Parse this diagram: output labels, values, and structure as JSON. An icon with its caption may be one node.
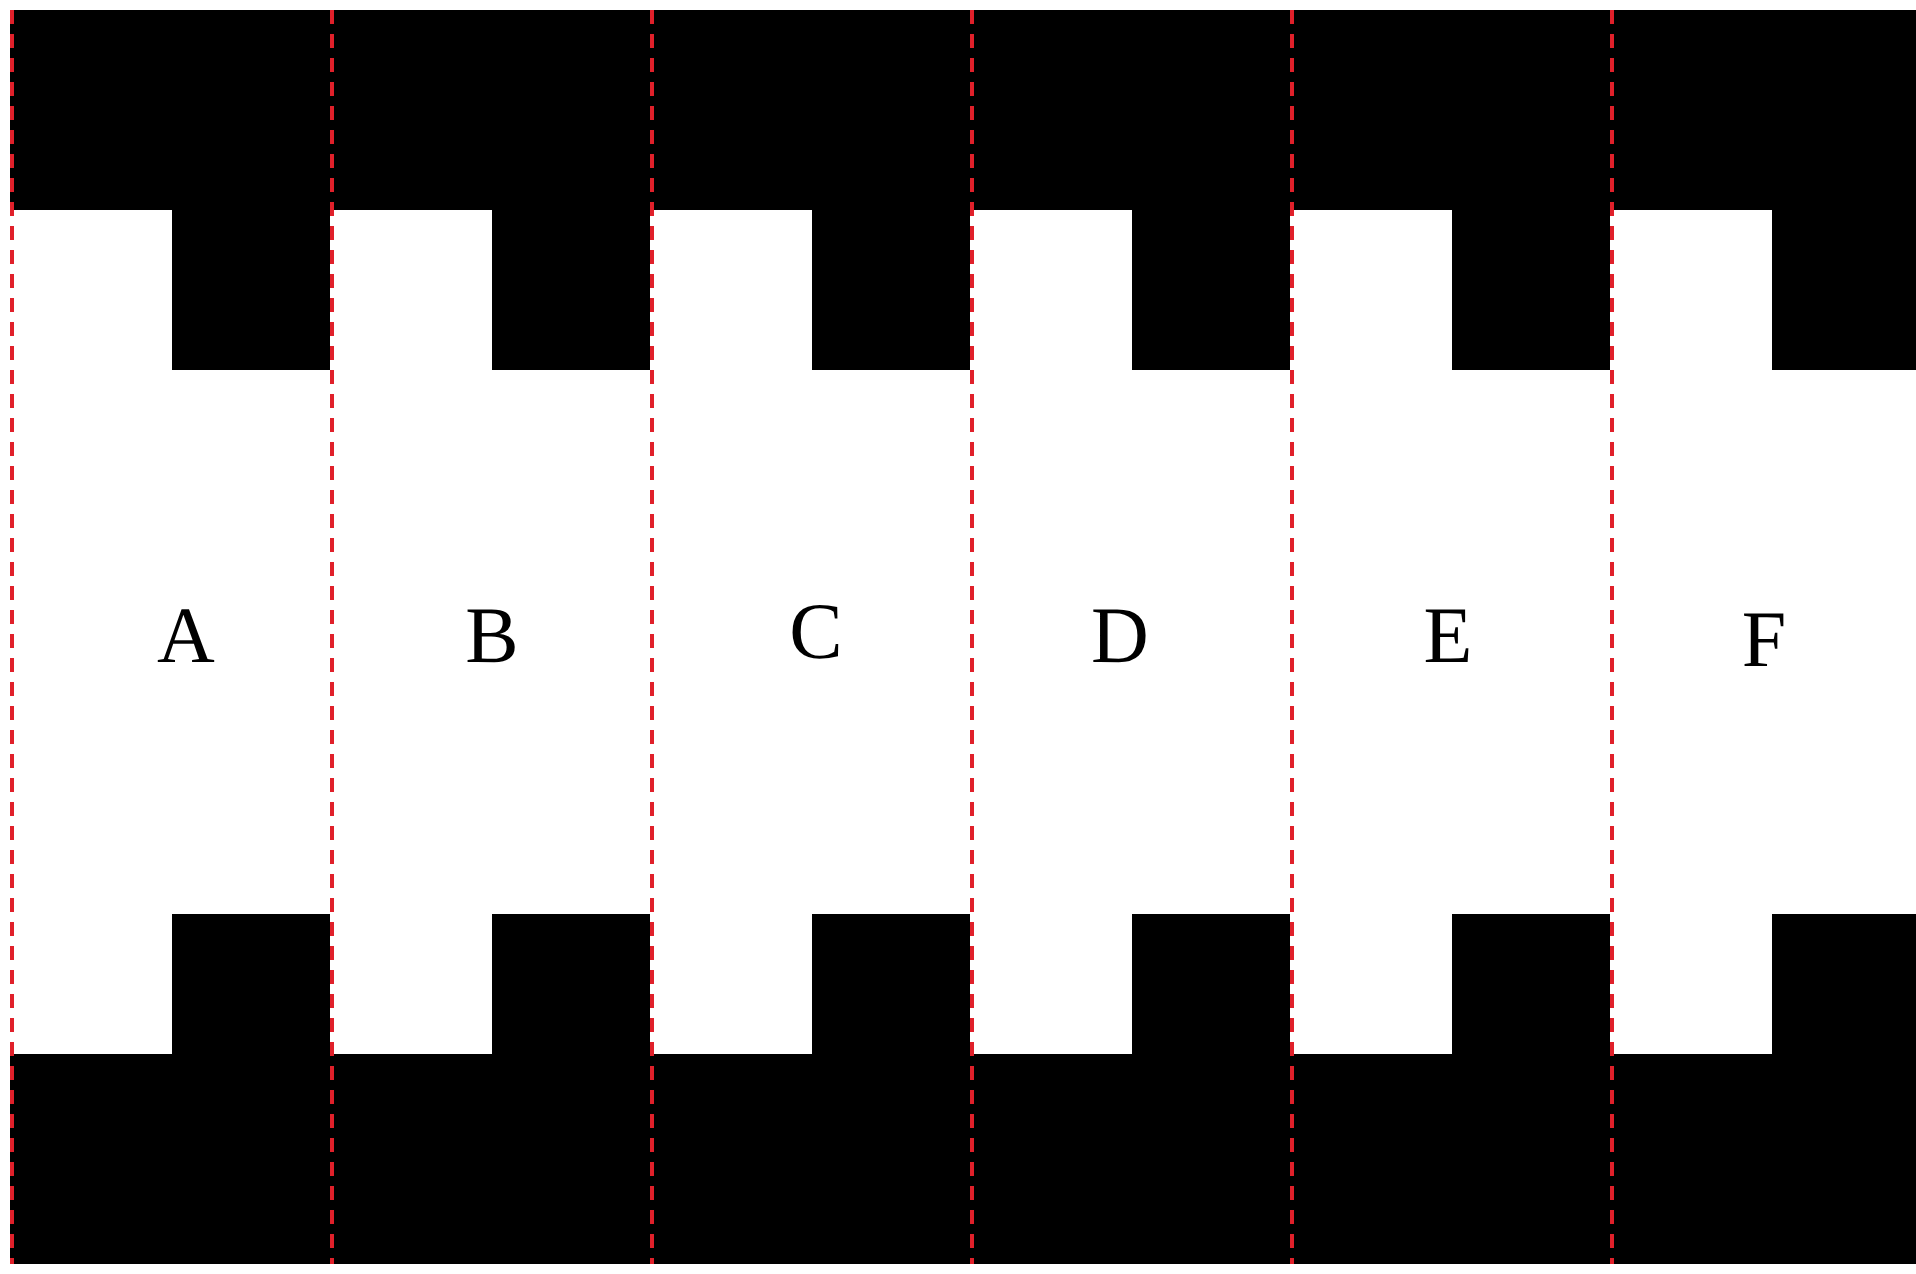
{
  "diagram": {
    "labels": [
      "A",
      "B",
      "C",
      "D",
      "E",
      "F"
    ]
  }
}
